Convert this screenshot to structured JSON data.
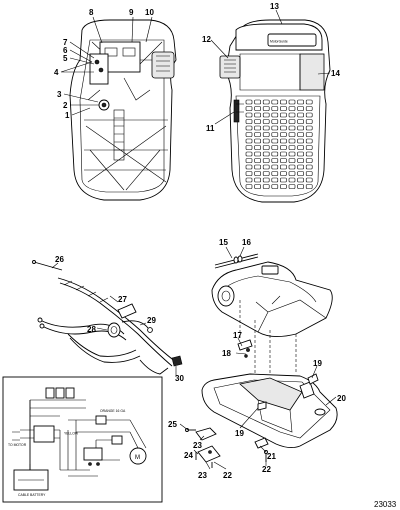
{
  "callouts": {
    "c1": "1",
    "c2": "2",
    "c3": "3",
    "c4": "4",
    "c5": "5",
    "c6": "6",
    "c7": "7",
    "c8": "8",
    "c9": "9",
    "c10": "10",
    "c11": "11",
    "c12": "12",
    "c13": "13",
    "c14": "14",
    "c15": "15",
    "c16": "16",
    "c17": "17",
    "c18": "18",
    "c19a": "19",
    "c19b": "19",
    "c20": "20",
    "c21": "21",
    "c22a": "22",
    "c22b": "22",
    "c23a": "23",
    "c23b": "23",
    "c24": "24",
    "c25": "25",
    "c26": "26",
    "c27": "27",
    "c28": "28",
    "c29": "29",
    "c30": "30"
  },
  "figure_number": "23033",
  "pedal_logo": "MotorGuide",
  "schematic": {
    "yellow": "YELLOW",
    "orange": "ORANGE 16 GA",
    "to_motor": "TO MOTOR",
    "battery": "CABLE BATTERY"
  },
  "icons": {
    "pedal_underside": "foot-pedal-underside-icon",
    "pedal_top": "foot-pedal-top-icon",
    "cable_harness": "cable-harness-icon",
    "pedal_assembly": "pedal-assembly-exploded-icon",
    "wiring": "wiring-schematic-icon"
  }
}
